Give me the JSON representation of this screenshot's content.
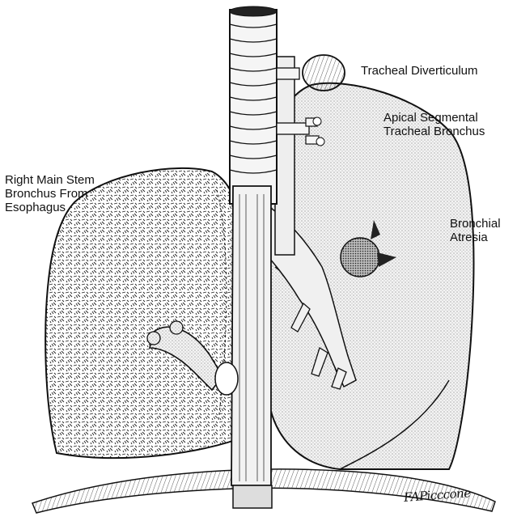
{
  "labels": {
    "right_main_stem": [
      "Right Main Stem",
      "Bronchus From",
      "Esophagus"
    ],
    "tracheal_diverticulum": "Tracheal Diverticulum",
    "apical_segmental": [
      "Apical Segmental",
      "Tracheal Bronchus"
    ],
    "bronchial_atresia": [
      "Bronchial",
      "Atresia"
    ]
  },
  "signature": "FAPicccone"
}
